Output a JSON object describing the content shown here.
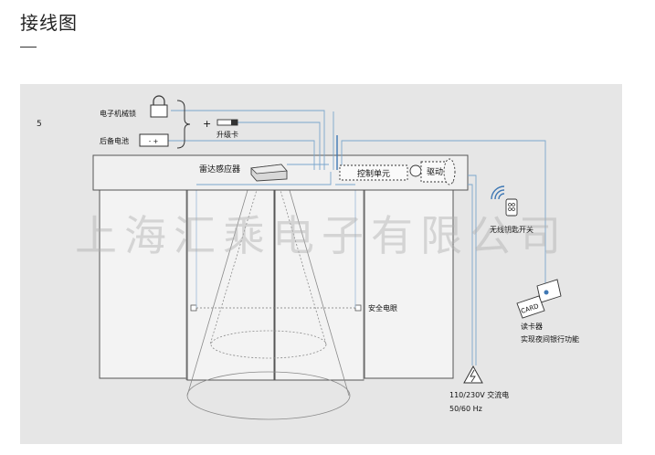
{
  "page_title": "接线图",
  "diagram": {
    "figure_number": "5",
    "lock_label": "电子机械锁",
    "battery_label": "后备电池",
    "battery_symbol": "- +",
    "plus_sign": "+",
    "upgrade_card_label": "升级卡",
    "radar_label": "雷达感应器",
    "control_unit_label": "控制单元",
    "drive_label": "驱动",
    "remote_label": "无线钥匙开关",
    "safety_beam_label": "安全电眼",
    "card_text": "CARD",
    "card_reader_label": "读卡器",
    "card_reader_sub": "实现夜间银行功能",
    "power_label": "110/230V 交流电",
    "power_freq": "50/60 Hz",
    "watermark": "上海汇乘电子有限公司"
  },
  "colors": {
    "panel_bg": "#e6e6e6",
    "wire": "#7aa6cc",
    "wire_dark": "#3f78b4",
    "outline": "#555555",
    "watermark": "#b0b0b0"
  }
}
